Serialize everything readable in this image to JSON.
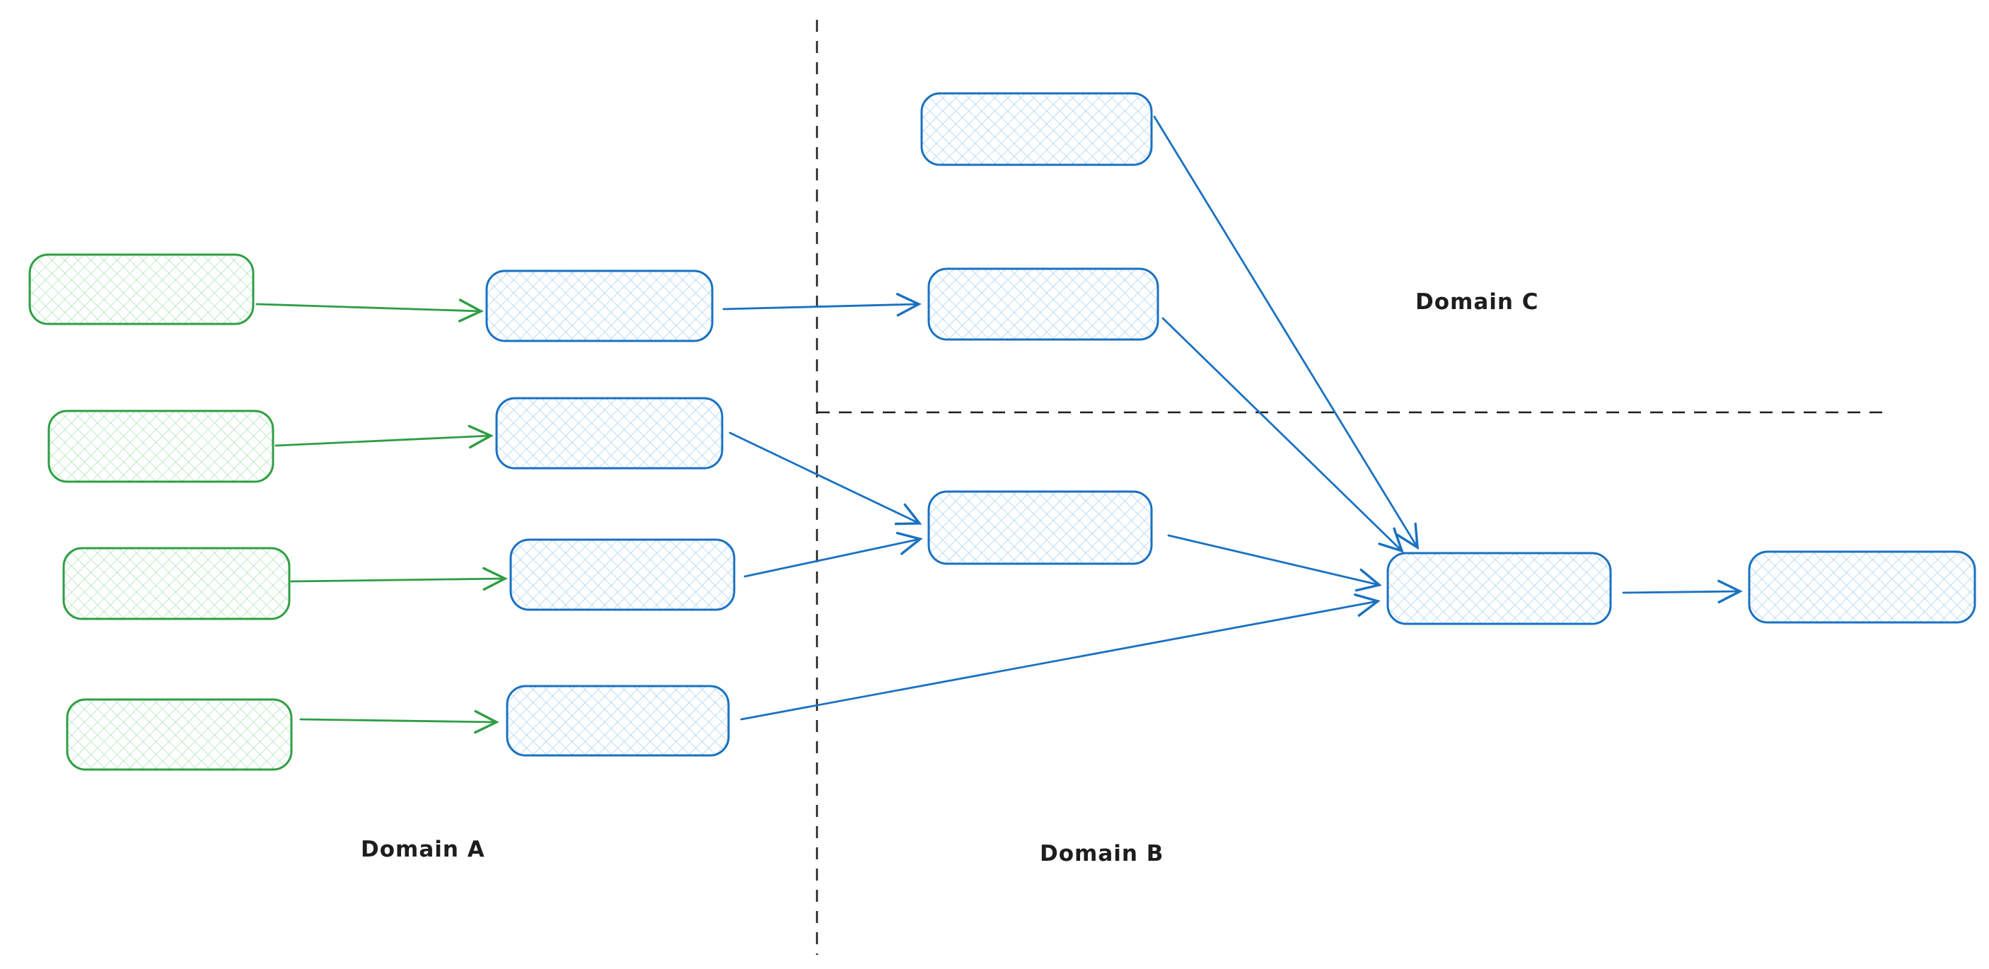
{
  "canvas": {
    "background": "#ffffff"
  },
  "labels": {
    "domain_a": "Domain A",
    "domain_b": "Domain B",
    "domain_c": "Domain C"
  },
  "colors": {
    "green_stroke": "#2f9e44",
    "green_hatch": "#a5e0af",
    "blue_stroke": "#1971c2",
    "blue_hatch": "#a0cff2",
    "divider": "#1e1e1e",
    "label_text": "#1e1e1e",
    "background": "#ffffff"
  },
  "diagram": {
    "style": "hand-drawn rounded rectangles with cross-hatch fill, open V arrowheads, dashed domain dividers",
    "domains": [
      {
        "id": "A",
        "label": "Domain A",
        "region": "left of vertical dashed divider"
      },
      {
        "id": "B",
        "label": "Domain B",
        "region": "right of vertical divider, below horizontal dashed divider"
      },
      {
        "id": "C",
        "label": "Domain C",
        "region": "right of vertical divider, above horizontal dashed divider"
      }
    ],
    "nodes": [
      {
        "id": "a-source-1",
        "domain": "A",
        "style": "green"
      },
      {
        "id": "a-source-2",
        "domain": "A",
        "style": "green"
      },
      {
        "id": "a-source-3",
        "domain": "A",
        "style": "green"
      },
      {
        "id": "a-source-4",
        "domain": "A",
        "style": "green"
      },
      {
        "id": "a-mid-1",
        "domain": "A",
        "style": "blue"
      },
      {
        "id": "a-mid-2",
        "domain": "A",
        "style": "blue"
      },
      {
        "id": "a-mid-3",
        "domain": "A",
        "style": "blue"
      },
      {
        "id": "a-mid-4",
        "domain": "A",
        "style": "blue"
      },
      {
        "id": "c-node-1",
        "domain": "C",
        "style": "blue"
      },
      {
        "id": "c-node-2",
        "domain": "C",
        "style": "blue"
      },
      {
        "id": "b-node-1",
        "domain": "B",
        "style": "blue"
      },
      {
        "id": "b-hub",
        "domain": "B",
        "style": "blue"
      },
      {
        "id": "b-out",
        "domain": "B",
        "style": "blue"
      }
    ],
    "edges": [
      {
        "from": "a-source-1",
        "to": "a-mid-1",
        "color": "green"
      },
      {
        "from": "a-source-2",
        "to": "a-mid-2",
        "color": "green"
      },
      {
        "from": "a-source-3",
        "to": "a-mid-3",
        "color": "green"
      },
      {
        "from": "a-source-4",
        "to": "a-mid-4",
        "color": "green"
      },
      {
        "from": "a-mid-1",
        "to": "c-node-2",
        "color": "blue"
      },
      {
        "from": "a-mid-2",
        "to": "b-node-1",
        "color": "blue"
      },
      {
        "from": "a-mid-3",
        "to": "b-node-1",
        "color": "blue"
      },
      {
        "from": "a-mid-4",
        "to": "b-hub",
        "color": "blue"
      },
      {
        "from": "c-node-1",
        "to": "b-hub",
        "color": "blue"
      },
      {
        "from": "c-node-2",
        "to": "b-hub",
        "color": "blue"
      },
      {
        "from": "b-node-1",
        "to": "b-hub",
        "color": "blue"
      },
      {
        "from": "b-hub",
        "to": "b-out",
        "color": "blue"
      }
    ]
  }
}
